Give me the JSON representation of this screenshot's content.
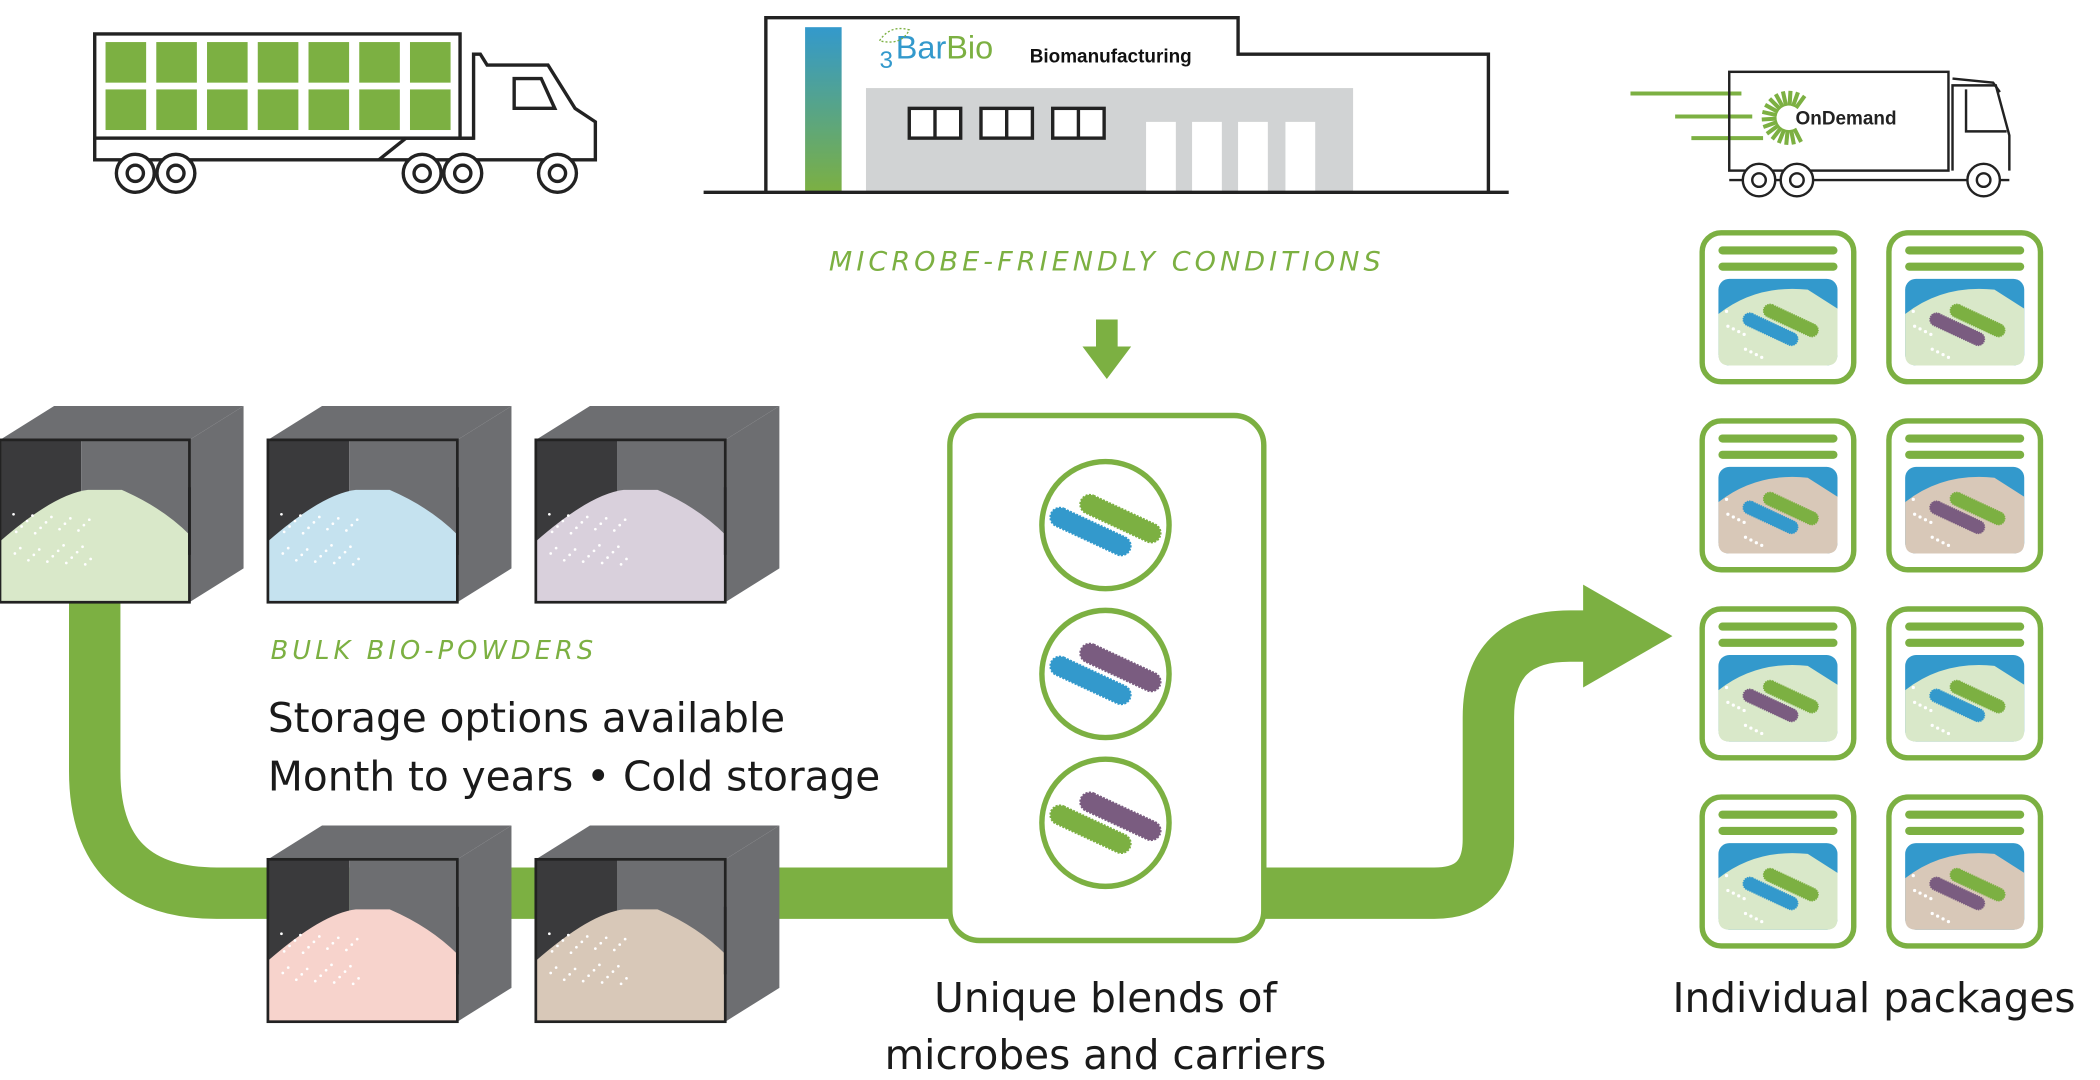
{
  "colors": {
    "green": "#7cb042",
    "blue": "#3399cc",
    "purple": "#7a5c80",
    "dark": "#3a3a3c",
    "wall": "#6d6e71",
    "gray": "#d1d3d4",
    "powder_green": "#d9e8c9",
    "powder_blue": "#c5e2ef",
    "powder_lilac": "#d9d0dc",
    "powder_pink": "#f7d3cc",
    "powder_tan": "#d8c8b8"
  },
  "factory": {
    "logo_prefix": "3",
    "logo_bar": "Bar",
    "logo_bio": "Bio",
    "subtitle": "Biomanufacturing"
  },
  "delivery_truck": {
    "logo": "OnDemand"
  },
  "conditions_label": "MICROBE-FRIENDLY CONDITIONS",
  "bulk": {
    "heading": "BULK BIO-POWDERS",
    "line1": "Storage options available",
    "line2": "Month to years • Cold storage",
    "powders": [
      "powder_green",
      "powder_blue",
      "powder_lilac",
      "powder_pink",
      "powder_tan"
    ]
  },
  "blends": {
    "line1": "Unique blends of",
    "line2": "microbes and carriers",
    "items": [
      [
        "green",
        "blue"
      ],
      [
        "purple",
        "blue"
      ],
      [
        "purple",
        "green"
      ]
    ]
  },
  "packages": {
    "label": "Individual packages",
    "items": [
      {
        "bg": "powder_green",
        "top": "green",
        "bottom": "blue"
      },
      {
        "bg": "powder_green",
        "top": "green",
        "bottom": "purple"
      },
      {
        "bg": "powder_tan",
        "top": "green",
        "bottom": "blue"
      },
      {
        "bg": "powder_tan",
        "top": "green",
        "bottom": "purple"
      },
      {
        "bg": "powder_green",
        "top": "green",
        "bottom": "purple"
      },
      {
        "bg": "powder_green",
        "top": "green",
        "bottom": "blue"
      },
      {
        "bg": "powder_green",
        "top": "green",
        "bottom": "blue"
      },
      {
        "bg": "powder_tan",
        "top": "green",
        "bottom": "purple"
      }
    ]
  }
}
